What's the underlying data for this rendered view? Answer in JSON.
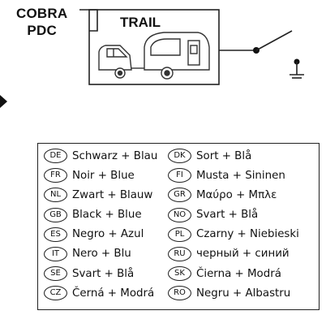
{
  "header": {
    "brand_line1": "COBRA",
    "brand_line2": "PDC",
    "trail_title": "TRAIL"
  },
  "legend": [
    {
      "left": {
        "code": "DE",
        "text": "Schwarz + Blau"
      },
      "right": {
        "code": "DK",
        "text": "Sort + Blå"
      }
    },
    {
      "left": {
        "code": "FR",
        "text": "Noir + Blue"
      },
      "right": {
        "code": "FI",
        "text": "Musta + Sininen"
      }
    },
    {
      "left": {
        "code": "NL",
        "text": "Zwart + Blauw"
      },
      "right": {
        "code": "GR",
        "text": "Μαύρο + Μπλε"
      }
    },
    {
      "left": {
        "code": "GB",
        "text": "Black + Blue"
      },
      "right": {
        "code": "NO",
        "text": "Svart + Blå"
      }
    },
    {
      "left": {
        "code": "ES",
        "text": "Negro + Azul"
      },
      "right": {
        "code": "PL",
        "text": "Czarny + Niebieski"
      }
    },
    {
      "left": {
        "code": "IT",
        "text": "Nero + Blu"
      },
      "right": {
        "code": "RU",
        "text": "черный + синий"
      }
    },
    {
      "left": {
        "code": "SE",
        "text": "Svart + Blå"
      },
      "right": {
        "code": "SK",
        "text": "Čierna + Modrá"
      }
    },
    {
      "left": {
        "code": "CZ",
        "text": "Černá + Modrá"
      },
      "right": {
        "code": "RO",
        "text": "Negru + Albastru"
      }
    }
  ]
}
